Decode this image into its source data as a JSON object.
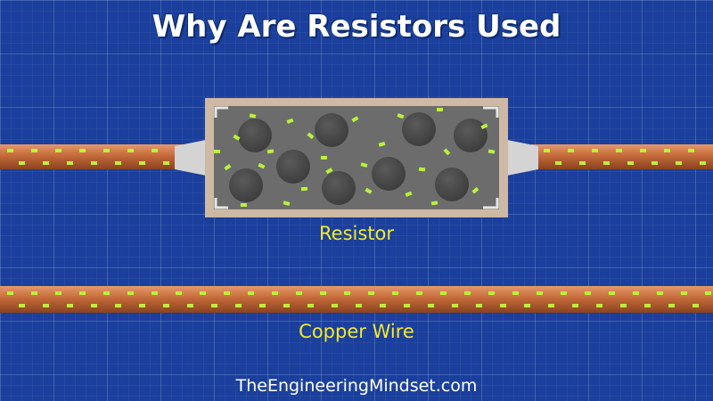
{
  "title": "Why Are Resistors Used",
  "resistor_label": "Resistor",
  "wire_label": "Copper Wire",
  "website": "TheEngineeringMindset.com",
  "colors": {
    "background": "#1a3f9c",
    "copper": "#c46a3a",
    "electron": "#b8f23a",
    "label": "#f5ea2a",
    "resistor_body": "#6c6c6c",
    "resistor_casing": "#cdb9a4",
    "atom": "#4a4a4a"
  },
  "icons": [
    "copper-wire",
    "resistor",
    "electron",
    "atom"
  ]
}
